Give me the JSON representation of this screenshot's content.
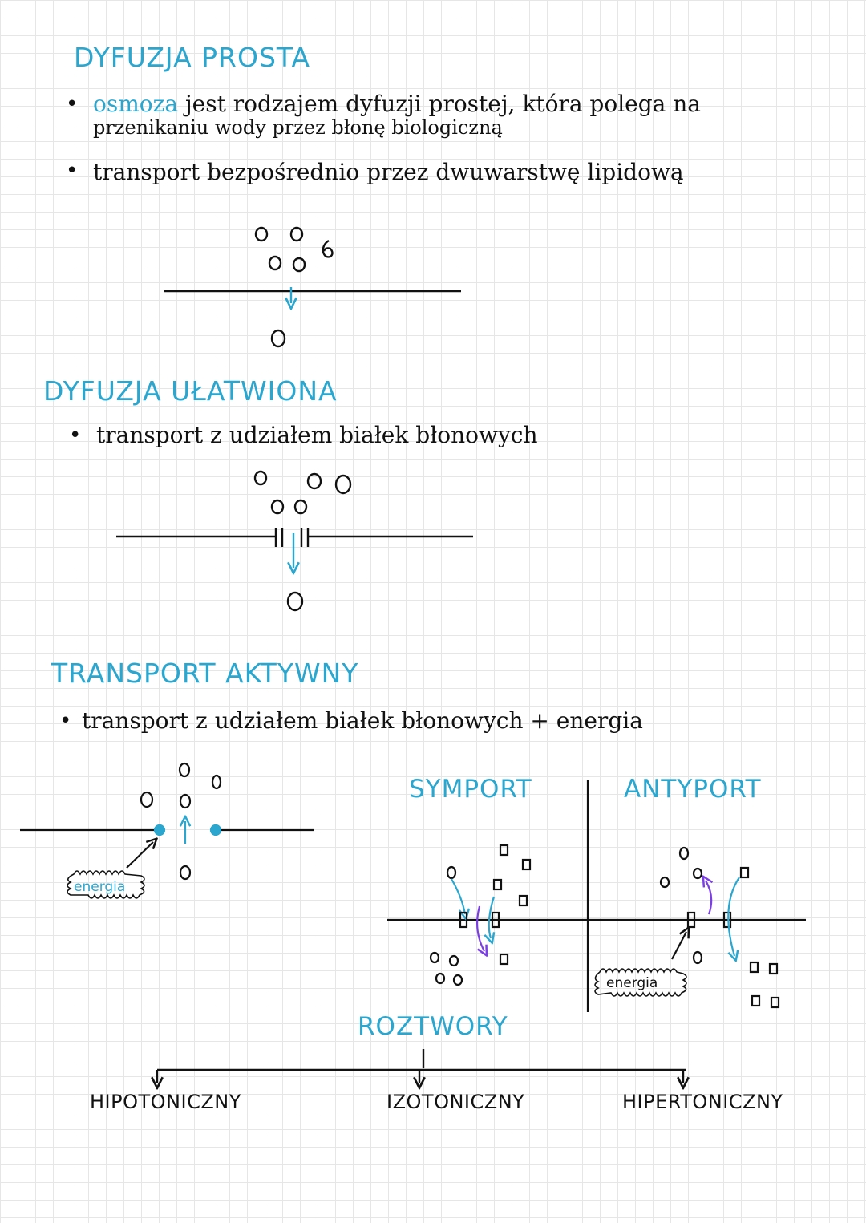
{
  "sections": {
    "simple": {
      "title": "DYFUZJA PROSTA",
      "bullet1": {
        "highlight": "osmoza",
        "line1_rest": "jest rodzajem dyfuzji prostej, która polega na",
        "line2": "przenikaniu wody przez błonę biologiczną"
      },
      "bullet2": "transport bezpośrednio przez dwuwarstwę lipidową"
    },
    "facilitated": {
      "title": "DYFUZJA UŁATWIONA",
      "bullet1": "transport z udziałem białek błonowych"
    },
    "active": {
      "title": "TRANSPORT AKTYWNY",
      "bullet1": "transport z udziałem białek błonowych + energia",
      "energy_label": "energia",
      "symport_label": "SYMPORT",
      "antyport_label": "ANTYPORT",
      "energy_label_2": "energia"
    },
    "solutions": {
      "title": "ROZTWORY",
      "branches": [
        "HIPOTONICZNY",
        "IZOTONICZNY",
        "HIPERTONICZNY"
      ]
    }
  },
  "colors": {
    "accent": "#2aa6cf",
    "purple": "#7b3fe4",
    "ink": "#111111"
  },
  "icons": {
    "bullet": "•",
    "arrow": "arrow-icon",
    "energy": "burst-icon"
  }
}
